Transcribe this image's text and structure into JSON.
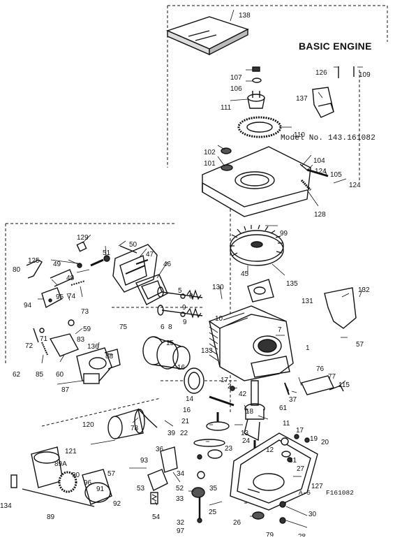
{
  "header": {
    "title": "BASIC ENGINE",
    "model": "Model No. 143.161082"
  },
  "footer": {
    "ref_left": "A-5",
    "ref_right": "F161082"
  },
  "callouts": [
    {
      "id": "138"
    },
    {
      "id": "126"
    },
    {
      "id": "109"
    },
    {
      "id": "107"
    },
    {
      "id": "106"
    },
    {
      "id": "137"
    },
    {
      "id": "111"
    },
    {
      "id": "110"
    },
    {
      "id": "102"
    },
    {
      "id": "101"
    },
    {
      "id": "104"
    },
    {
      "id": "124a",
      "text": "124"
    },
    {
      "id": "105"
    },
    {
      "id": "124b",
      "text": "124"
    },
    {
      "id": "128"
    },
    {
      "id": "99"
    },
    {
      "id": "129"
    },
    {
      "id": "50"
    },
    {
      "id": "51"
    },
    {
      "id": "47"
    },
    {
      "id": "125"
    },
    {
      "id": "49"
    },
    {
      "id": "80"
    },
    {
      "id": "48"
    },
    {
      "id": "46"
    },
    {
      "id": "45"
    },
    {
      "id": "135"
    },
    {
      "id": "95"
    },
    {
      "id": "94"
    },
    {
      "id": "74"
    },
    {
      "id": "73"
    },
    {
      "id": "5"
    },
    {
      "id": "130"
    },
    {
      "id": "8a",
      "text": "8"
    },
    {
      "id": "9a",
      "text": "9"
    },
    {
      "id": "131"
    },
    {
      "id": "132"
    },
    {
      "id": "59"
    },
    {
      "id": "75"
    },
    {
      "id": "6"
    },
    {
      "id": "8b",
      "text": "8"
    },
    {
      "id": "10"
    },
    {
      "id": "9b",
      "text": "9"
    },
    {
      "id": "7"
    },
    {
      "id": "71"
    },
    {
      "id": "72"
    },
    {
      "id": "83"
    },
    {
      "id": "15"
    },
    {
      "id": "133"
    },
    {
      "id": "57a",
      "text": "57"
    },
    {
      "id": "1"
    },
    {
      "id": "136"
    },
    {
      "id": "88"
    },
    {
      "id": "62"
    },
    {
      "id": "85"
    },
    {
      "id": "60"
    },
    {
      "id": "16a",
      "text": "16"
    },
    {
      "id": "87"
    },
    {
      "id": "17a",
      "text": "17"
    },
    {
      "id": "2"
    },
    {
      "id": "76"
    },
    {
      "id": "77"
    },
    {
      "id": "115"
    },
    {
      "id": "42"
    },
    {
      "id": "14"
    },
    {
      "id": "61"
    },
    {
      "id": "37"
    },
    {
      "id": "16b",
      "text": "16"
    },
    {
      "id": "18"
    },
    {
      "id": "120"
    },
    {
      "id": "78"
    },
    {
      "id": "21"
    },
    {
      "id": "11"
    },
    {
      "id": "39"
    },
    {
      "id": "22"
    },
    {
      "id": "13"
    },
    {
      "id": "17b",
      "text": "17"
    },
    {
      "id": "19"
    },
    {
      "id": "20"
    },
    {
      "id": "36"
    },
    {
      "id": "121"
    },
    {
      "id": "24"
    },
    {
      "id": "12"
    },
    {
      "id": "23"
    },
    {
      "id": "93"
    },
    {
      "id": "31"
    },
    {
      "id": "89A"
    },
    {
      "id": "90"
    },
    {
      "id": "57b",
      "text": "57"
    },
    {
      "id": "34"
    },
    {
      "id": "27"
    },
    {
      "id": "96"
    },
    {
      "id": "53"
    },
    {
      "id": "52"
    },
    {
      "id": "35"
    },
    {
      "id": "127"
    },
    {
      "id": "91"
    },
    {
      "id": "134"
    },
    {
      "id": "33"
    },
    {
      "id": "92"
    },
    {
      "id": "25"
    },
    {
      "id": "89"
    },
    {
      "id": "54"
    },
    {
      "id": "30"
    },
    {
      "id": "32"
    },
    {
      "id": "97"
    },
    {
      "id": "26"
    },
    {
      "id": "79"
    },
    {
      "id": "28"
    }
  ]
}
